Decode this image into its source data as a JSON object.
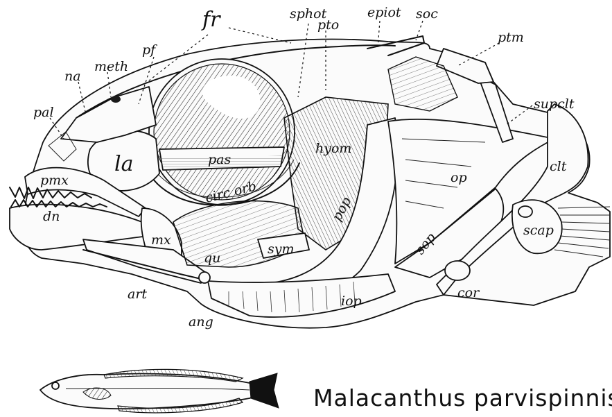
{
  "caption": "Malacanthus parvispinnis",
  "labels": {
    "fr": "fr",
    "sphot": "sphot",
    "pto": "pto",
    "epiot": "epiot",
    "soc": "soc",
    "ptm": "ptm",
    "supclt": "supclt",
    "pf": "pf",
    "na": "na",
    "meth": "meth",
    "pal": "pal",
    "la": "la",
    "pas": "pas",
    "hyom": "hyom",
    "op": "op",
    "clt": "clt",
    "pmx": "pmx",
    "circ_orb": "circ orb",
    "pop": "pop",
    "scap": "scap",
    "dn": "dn",
    "mx": "mx",
    "sym": "sym",
    "sop": "sop",
    "qu": "qu",
    "art": "art",
    "iop": "iop",
    "cor": "cor",
    "ang": "ang"
  }
}
